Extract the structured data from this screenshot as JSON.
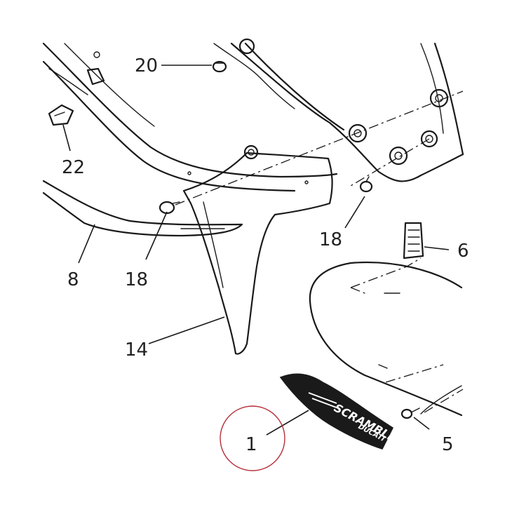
{
  "diagram": {
    "callouts": [
      {
        "id": "c20",
        "label": "20"
      },
      {
        "id": "c22",
        "label": "22"
      },
      {
        "id": "c18a",
        "label": "18"
      },
      {
        "id": "c18b",
        "label": "18"
      },
      {
        "id": "c8",
        "label": "8"
      },
      {
        "id": "c14",
        "label": "14"
      },
      {
        "id": "c6",
        "label": "6"
      },
      {
        "id": "c1",
        "label": "1"
      },
      {
        "id": "c5",
        "label": "5"
      }
    ],
    "decal": {
      "text_main": "SCRAMBLER",
      "text_sub": "DUCATI"
    },
    "colors": {
      "line": "#1a1a1a",
      "highlight_circle": "#b5303a",
      "background": "#ffffff"
    }
  }
}
